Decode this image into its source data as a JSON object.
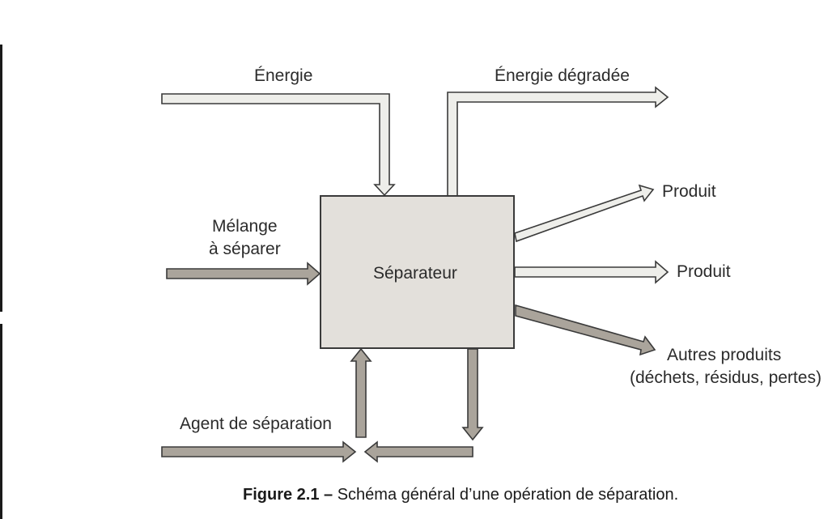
{
  "diagram": {
    "box_label": "Séparateur",
    "inputs": {
      "energy": "Énergie",
      "mixture_line1": "Mélange",
      "mixture_line2": "à séparer",
      "agent": "Agent de séparation"
    },
    "outputs": {
      "degraded_energy": "Énergie dégradée",
      "product_1": "Produit",
      "product_2": "Produit",
      "other_line1": "Autres produits",
      "other_line2": "(déchets, résidus, pertes)"
    }
  },
  "caption": {
    "label": "Figure 2.1 –",
    "text": " Schéma général d’une opération de séparation."
  },
  "colors": {
    "light_arrow": "#eeeeea",
    "dark_arrow": "#aaa49b",
    "box_fill": "#e3e0db",
    "stroke": "#3a3a3a"
  }
}
